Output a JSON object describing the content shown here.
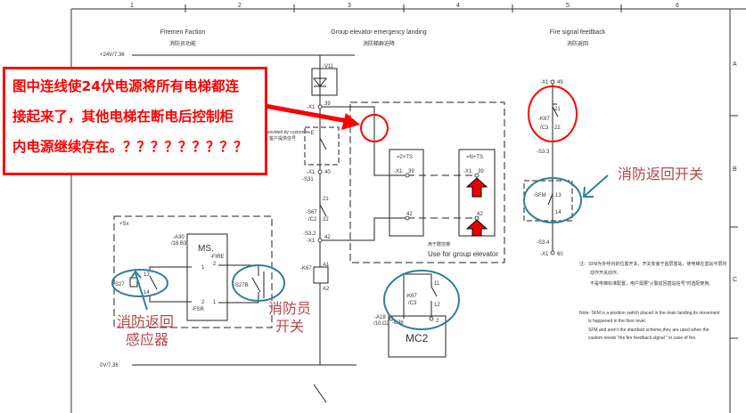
{
  "frame": {
    "columns": [
      "1",
      "2",
      "3",
      "4",
      "5",
      "6"
    ],
    "rows": [
      "A",
      "B",
      "C"
    ]
  },
  "sections": {
    "firemen": {
      "title_en": "Firemen Faction",
      "title_cn": "消防员功能"
    },
    "group": {
      "title_en": "Group elevator emergency landing",
      "title_cn": "消防梯群迫降"
    },
    "feedback": {
      "title_en": "Fire signal feedback",
      "title_cn": "消防返回"
    }
  },
  "labels": {
    "supply": "+24V/7.36",
    "ground": "0V/7.36",
    "v11": "-V11",
    "x1": "-X1",
    "t39": "39",
    "t40": "40",
    "t42": "42",
    "e": "+E",
    "provided_en": "provided by customer",
    "provided_cn": "客户提供信号",
    "s31": "-S31",
    "s67": "-S67",
    "s67_ref": "/C2",
    "t21": "21",
    "t22": "22",
    "s32": "-S3.2",
    "k67": "-K67",
    "a1": "A1",
    "a2": "A2",
    "ts2": "=2+TS",
    "tsn": "=N+TS",
    "use_cn": "用于群控梯",
    "use_en": "Use for group elevator",
    "sx": "+Sx",
    "a30": "-A30",
    "a30_ref": "/16.B3",
    "ms": "MS.",
    "fire": "-FIRE",
    "fsr": "-FSR",
    "p1": "1",
    "p2": "2",
    "s27": "-S27",
    "s27b": "-S27B",
    "t13": "13",
    "t14": "14",
    "a18": "-A18",
    "a18_ref": "/10.G2",
    "e36": "-E36",
    "k67_ref": "/C3",
    "t11": "11",
    "t12": "12",
    "mc2": "MC2",
    "t49": "49",
    "t60": "60",
    "s33": "-S3.3",
    "s34": "-S3.4",
    "sfm": "-SFM"
  },
  "notes": {
    "cn1": "注：SFM为外呼内的位置开关，开关安装于首层基站，使电梯在基站平层时",
    "cn2": "动作开关动作。",
    "cn3": "不是电梯标准配置，用户需要“火警返回基站信号”时选配使用。",
    "en1": "Note: SFM is a position switch placed in the main landing,its movement",
    "en2": "is happened in the floor level.",
    "en3": "SFM and aren't the standard scheme,they are used  when  the",
    "en4": "custom needs \"the fire feedback signal \" in case of  fire."
  },
  "annotations": {
    "callout_lines": [
      "图中连线使24伏电源将所有电梯都连",
      "接起来了，其他电梯在断电后控制柜",
      "内电源继续存在。？？？？？？？？？"
    ],
    "sensor_line1": "消防返回",
    "sensor_line2": "感应器",
    "fireman_line1": "消防员",
    "fireman_line2": "开关",
    "return_switch": "消防返回开关"
  },
  "colors": {
    "callout": "#ff0000",
    "ellipse": "#2f7f9a",
    "handwriting": "#b5454a"
  }
}
